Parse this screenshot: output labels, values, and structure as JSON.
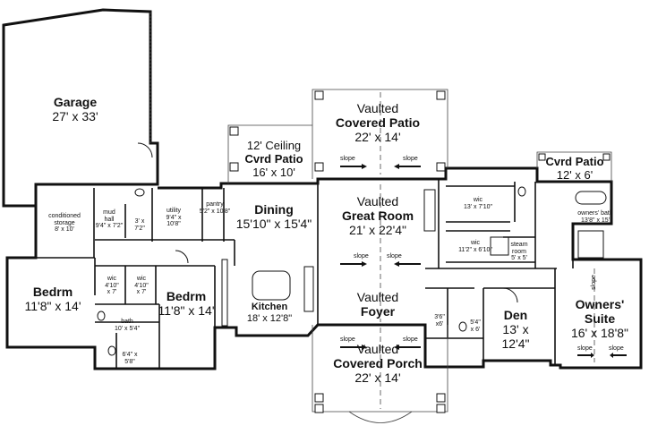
{
  "rooms": {
    "garage": {
      "name": "Garage",
      "size": "27' x 33'"
    },
    "cvrd_patio_left": {
      "note": "12' Ceiling",
      "name": "Cvrd Patio",
      "size": "16' x 10'"
    },
    "covered_patio": {
      "note": "Vaulted",
      "name": "Covered Patio",
      "size": "22' x 14'"
    },
    "cvrd_patio_right": {
      "name": "Cvrd Patio",
      "size": "12' x 6'"
    },
    "dining": {
      "name": "Dining",
      "size": "15'10\" x 15'4\""
    },
    "great_room": {
      "note": "Vaulted",
      "name": "Great Room",
      "size": "21' x 22'4\""
    },
    "foyer": {
      "note": "Vaulted",
      "name": "Foyer"
    },
    "covered_porch": {
      "note": "Vaulted",
      "name": "Covered Porch",
      "size": "22' x 14'"
    },
    "kitchen": {
      "name": "Kitchen",
      "size": "18' x 12'8\""
    },
    "bedrm_1": {
      "name": "Bedrm",
      "size": "11'8\" x 14'"
    },
    "bedrm_2": {
      "name": "Bedrm",
      "size": "11'8\" x 14'"
    },
    "den": {
      "name": "Den",
      "size": "13' x",
      "size2": "12'4\""
    },
    "owners_suite": {
      "name": "Owners'",
      "name2": "Suite",
      "size": "16' x 18'8\""
    },
    "conditioned_storage": {
      "name": "conditioned",
      "name2": "storage",
      "size": "8' x 10'"
    },
    "mud_hall": {
      "name": "mud",
      "name2": "hall",
      "size": "9'4\" x 7'2\""
    },
    "closet_3x7": {
      "name": "3' x",
      "size": "7'2\""
    },
    "utility": {
      "name": "utility",
      "size": "9'4\" x",
      "size2": "10'8\""
    },
    "pantry": {
      "name": "pantry",
      "size": "5'2\" x 10'8\""
    },
    "wic_bed1": {
      "name": "wic",
      "size": "4'10\"",
      "size2": "x 7'"
    },
    "wic_bed2": {
      "name": "wic",
      "size": "4'10\"",
      "size2": "x 7'"
    },
    "bath": {
      "name": "bath",
      "size": "10' x 5'4\""
    },
    "linen": {
      "name": "6'4\" x",
      "size": "5'8\""
    },
    "wic_owner_1": {
      "name": "wic",
      "size": "13' x 7'10\""
    },
    "wic_owner_2": {
      "name": "wic",
      "size": "11'2\" x 6'10\""
    },
    "steam_room": {
      "name": "steam",
      "name2": "room",
      "size": "5' x 5'"
    },
    "owners_bath": {
      "name": "owners' bath",
      "size": "13'8\" x 15'"
    },
    "foyer_closet": {
      "name": "3'6\"",
      "size": "x6'"
    },
    "powder": {
      "name": "5'4\"",
      "size": "x 6'"
    }
  },
  "annotations": {
    "slope": "slope"
  }
}
